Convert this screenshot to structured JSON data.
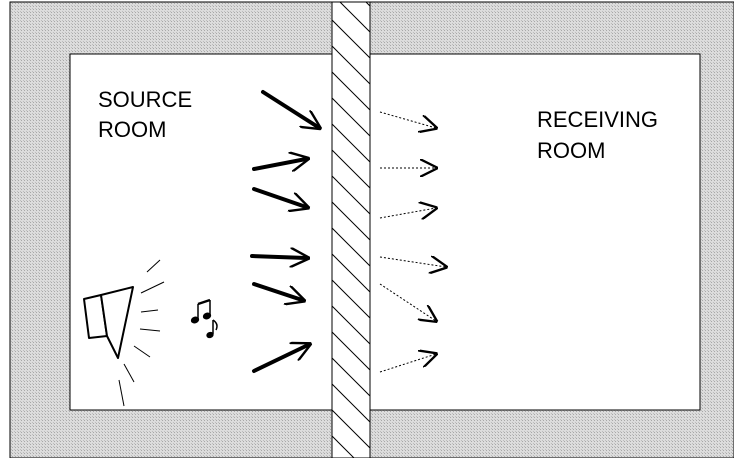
{
  "source_room": {
    "line1": "SOURCE",
    "line2": "ROOM"
  },
  "receiving_room": {
    "line1": "RECEIVING",
    "line2": "ROOM"
  },
  "icons": {
    "speaker": "speaker-icon",
    "music_notes": "music-notes-icon"
  },
  "colors": {
    "wall_fill": "#d4d4d4",
    "room_fill": "#ffffff",
    "ink": "#000000"
  },
  "arrows": {
    "incident_count": 6,
    "transmitted_count": 6
  }
}
